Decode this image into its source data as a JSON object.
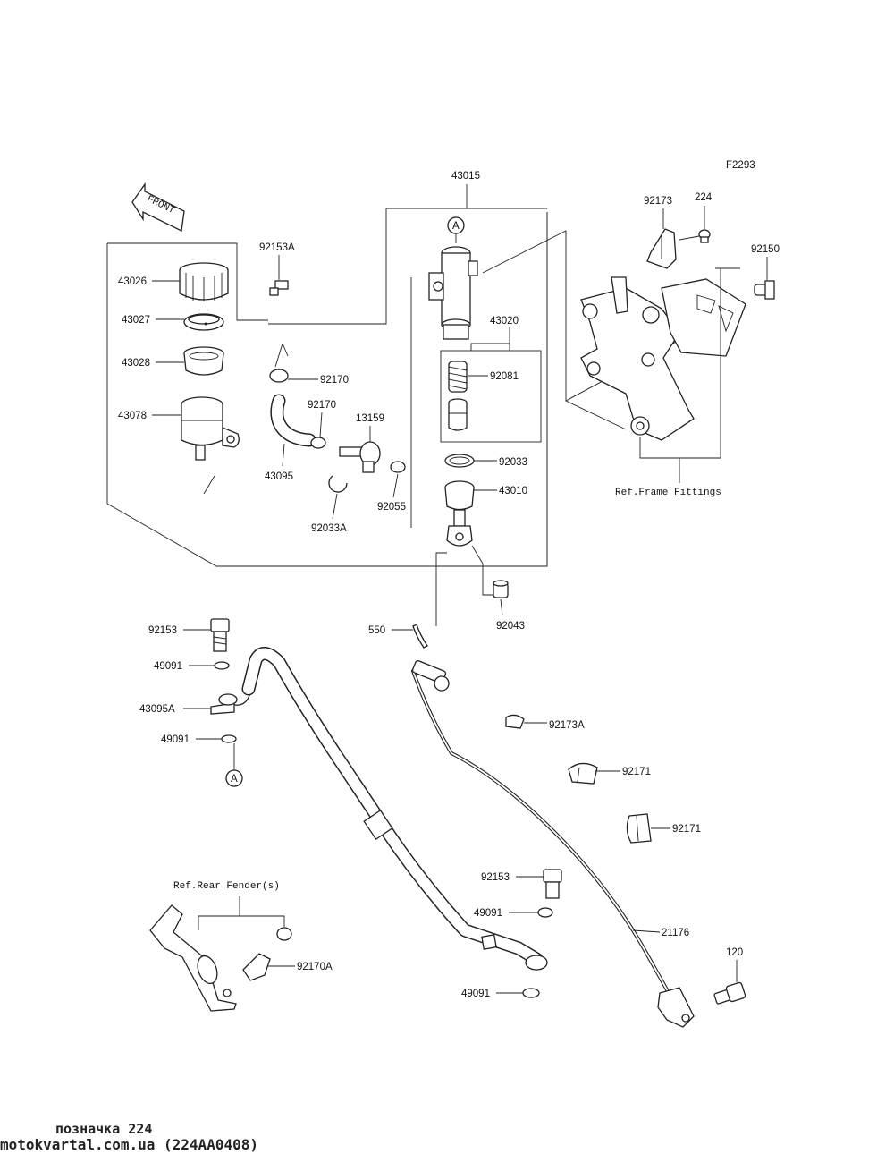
{
  "figure_code": "F2293",
  "front_label": "FRONT",
  "callout_marker": "A",
  "ref_labels": {
    "frame_fittings": "Ref.Frame Fittings",
    "rear_fender": "Ref.Rear Fender(s)"
  },
  "parts": {
    "p43015": "43015",
    "p43020": "43020",
    "p43026": "43026",
    "p43027": "43027",
    "p43028": "43028",
    "p43078": "43078",
    "p92153A": "92153A",
    "p92170a": "92170",
    "p92170b": "92170",
    "p43095": "43095",
    "p13159": "13159",
    "p92033A": "92033A",
    "p92055": "92055",
    "p92081": "92081",
    "p92033": "92033",
    "p43010": "43010",
    "p92043": "92043",
    "p550": "550",
    "p92173": "92173",
    "p224": "224",
    "p92150": "92150",
    "p92153_top": "92153",
    "p49091_a": "49091",
    "p43095A": "43095A",
    "p49091_b": "49091",
    "p92173A": "92173A",
    "p92171_a": "92171",
    "p92171_b": "92171",
    "p92153_low": "92153",
    "p49091_c": "49091",
    "p21176": "21176",
    "p49091_d": "49091",
    "p120": "120",
    "p92170A": "92170A"
  },
  "footer": {
    "line1": "позначка 224",
    "line2": "motokvartal.com.ua (224AA0408)"
  }
}
